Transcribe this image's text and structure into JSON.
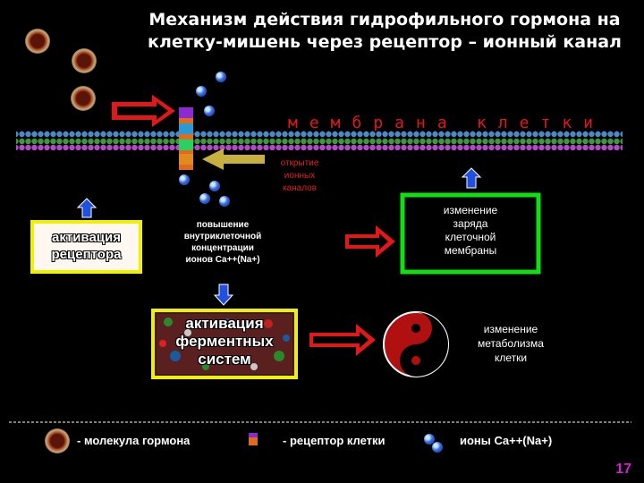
{
  "title": {
    "line1": "Механизм действия гидрофильного гормона на",
    "line2": "клетку-мишень через рецептор – ионный канал"
  },
  "membrane": {
    "label_left": "мембрана",
    "label_right": "клетки"
  },
  "labels": {
    "channel_open_1": "открытие",
    "channel_open_2": "ионных",
    "channel_open_3": "каналов",
    "concentration_1": "повышение",
    "concentration_2": "внутриклеточной",
    "concentration_3": "концентрации",
    "concentration_4": "ионов Ca++(Na+)"
  },
  "boxes": {
    "receptor_activation_1": "активация",
    "receptor_activation_2": "рецептора",
    "charge_change_1": "изменение",
    "charge_change_2": "заряда",
    "charge_change_3": "клеточной",
    "charge_change_4": "мембраны",
    "enzyme_activation_1": "активация",
    "enzyme_activation_2": "ферментных",
    "enzyme_activation_3": "систем",
    "metabolism_1": "изменение",
    "metabolism_2": "метаболизма",
    "metabolism_3": "клетки"
  },
  "legend": {
    "hormone": "- молекула гормона",
    "receptor": "- рецептор клетки",
    "ions": "ионы Ca++(Na+)"
  },
  "page_number": "17",
  "colors": {
    "arrow_red": "#e01818",
    "box_yellow": "#f0f000",
    "box_green": "#10e010",
    "arrow_blue": "#2050e0"
  }
}
